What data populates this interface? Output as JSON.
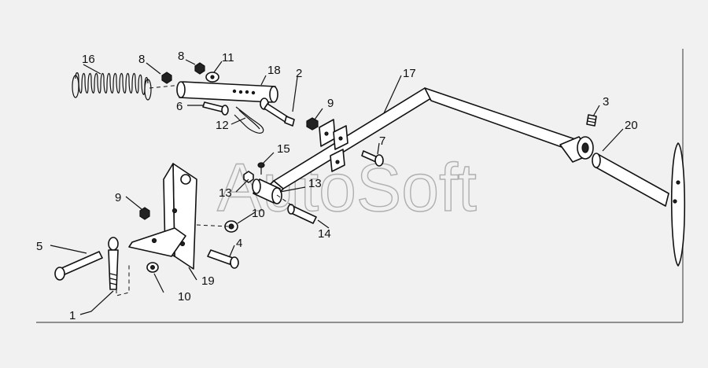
{
  "watermark": "AutoSoft",
  "callouts": {
    "c1": "1",
    "c2": "2",
    "c3": "3",
    "c4": "4",
    "c5": "5",
    "c6": "6",
    "c7": "7",
    "c8a": "8",
    "c8b": "8",
    "c9a": "9",
    "c9b": "9",
    "c10a": "10",
    "c10b": "10",
    "c11": "11",
    "c12": "12",
    "c13a": "13",
    "c13b": "13",
    "c14": "14",
    "c15": "15",
    "c16": "16",
    "c17": "17",
    "c18": "18",
    "c19": "19",
    "c20": "20"
  }
}
